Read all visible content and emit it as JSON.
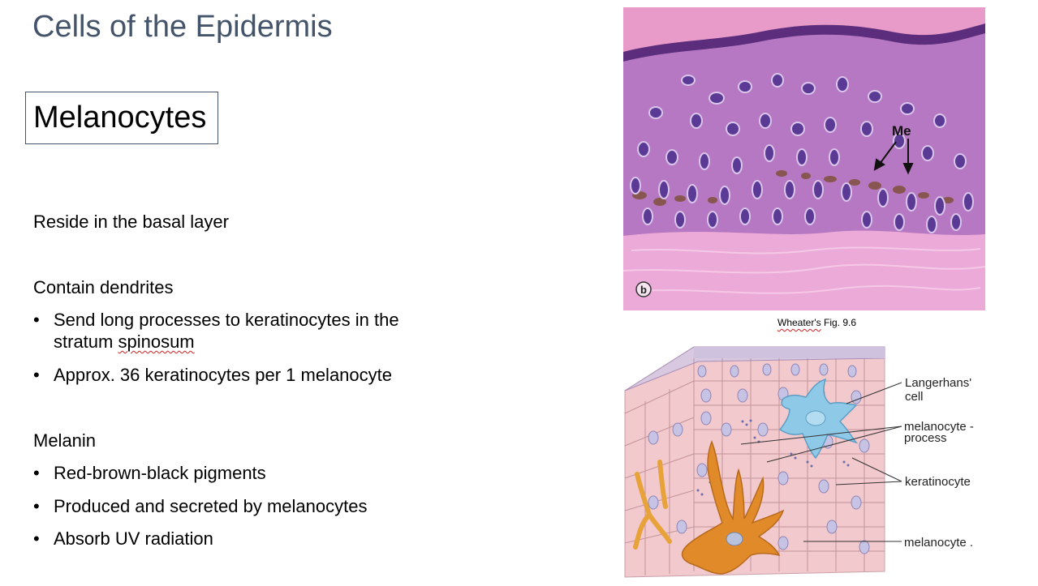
{
  "slide": {
    "title": "Cells of the Epidermis",
    "subtitle": "Melanocytes",
    "sections": [
      {
        "heading": "Reside in the basal layer",
        "bullets": []
      },
      {
        "heading": "Contain dendrites",
        "bullets": [
          {
            "line1": "Send long processes to keratinocytes in the",
            "line2_prefix": "stratum ",
            "line2_marked": "spinosum"
          },
          {
            "line1": "Approx. 36 keratinocytes per 1 melanocyte"
          }
        ]
      },
      {
        "heading": "Melanin",
        "bullets": [
          {
            "line1": "Red-brown-black pigments"
          },
          {
            "line1": "Produced and secreted by melanocytes"
          },
          {
            "line1": "Absorb UV radiation"
          }
        ]
      }
    ],
    "bullet_char": "•"
  },
  "figure_photo": {
    "label_me": "Me",
    "panel_letter": "b",
    "caption_marked": "Wheater's",
    "caption_rest": " Fig. 9.6"
  },
  "figure_diagram": {
    "labels": {
      "langerhans_line1": "Langerhans'",
      "langerhans_line2": "cell",
      "process_line1": "melanocyte -",
      "process_line2": "process",
      "keratinocyte": "keratinocyte",
      "melanocyte": "melanocyte ."
    }
  },
  "colors": {
    "title": "#44546a",
    "stain_pink": "#d98ac0",
    "nucleus_purple": "#5b3a96",
    "melanin_brown": "#7a4a2a",
    "melanocyte_orange": "#e08a2a",
    "langerhans_blue": "#8ec9e8",
    "keratinocyte_pink": "#f2c9cc"
  }
}
